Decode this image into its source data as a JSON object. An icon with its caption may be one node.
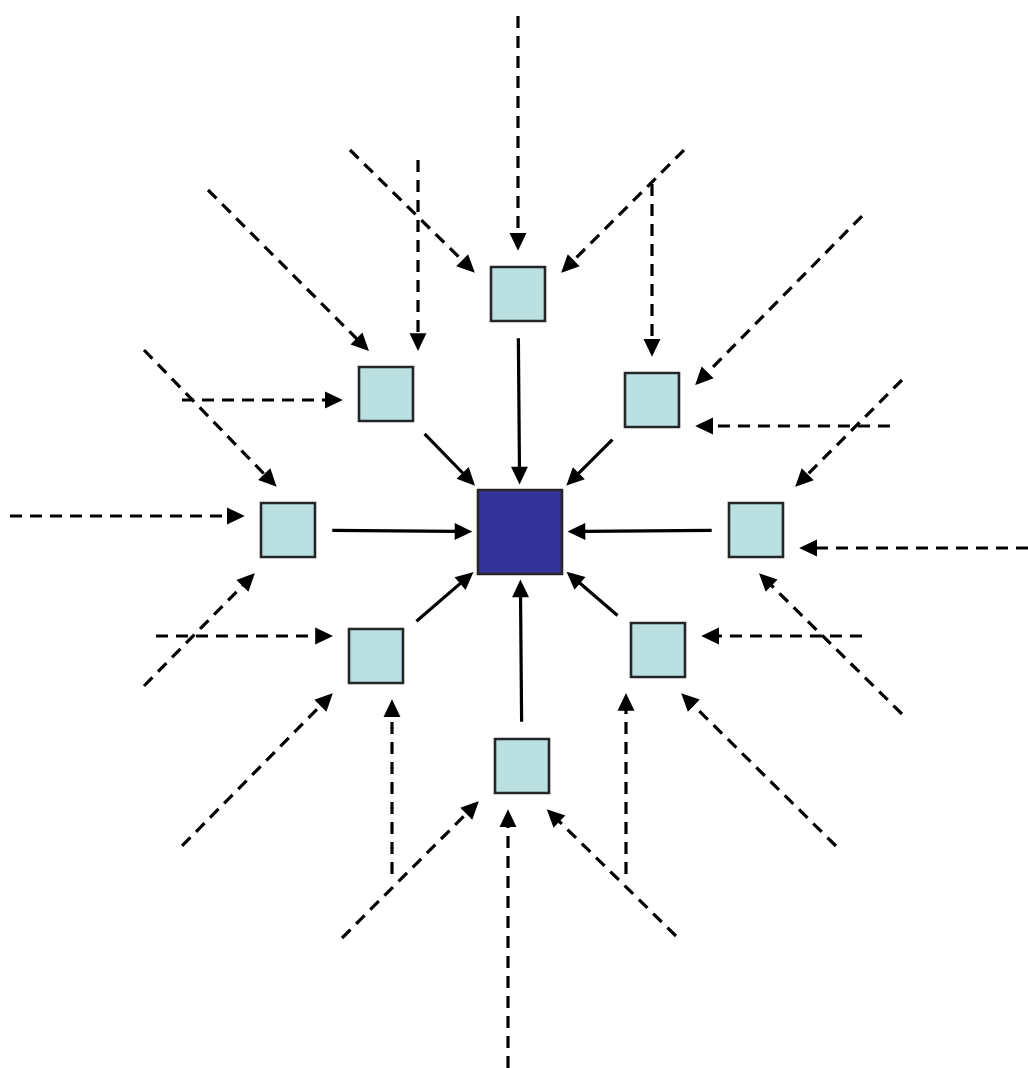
{
  "diagram": {
    "nodes": [
      {
        "text": [],
        "shape": "box"
      },
      {
        "text": [],
        "shape": "box"
      },
      {
        "text": [],
        "shape": "box"
      },
      {
        "text": [],
        "shape": "box"
      },
      {
        "text": [],
        "shape": "box"
      },
      {
        "text": [],
        "shape": "box"
      },
      {
        "text": [],
        "shape": "box"
      },
      {
        "text": [],
        "shape": "box"
      },
      {
        "text": [],
        "shape": "box"
      }
    ],
    "edges": [
      {
        "from": 1,
        "to": 0,
        "arrow": "to"
      },
      {
        "from": 2,
        "to": 0,
        "arrow": "to"
      },
      {
        "from": 3,
        "to": 0,
        "arrow": "to"
      },
      {
        "from": 4,
        "to": 0,
        "arrow": "to"
      },
      {
        "from": 5,
        "to": 0,
        "arrow": "to"
      },
      {
        "from": 6,
        "to": 0,
        "arrow": "to"
      },
      {
        "from": 7,
        "to": 0,
        "arrow": "to"
      },
      {
        "from": 8,
        "to": 0,
        "arrow": "to"
      },
      {
        "from": null,
        "to": 1,
        "arrow": "to",
        "style": "dashed"
      },
      {
        "from": null,
        "to": 1,
        "arrow": "to",
        "style": "dashed"
      },
      {
        "from": null,
        "to": 1,
        "arrow": "to",
        "style": "dashed"
      },
      {
        "from": null,
        "to": 2,
        "arrow": "to",
        "style": "dashed"
      },
      {
        "from": null,
        "to": 2,
        "arrow": "to",
        "style": "dashed"
      },
      {
        "from": null,
        "to": 2,
        "arrow": "to",
        "style": "dashed"
      },
      {
        "from": null,
        "to": 3,
        "arrow": "to",
        "style": "dashed"
      },
      {
        "from": null,
        "to": 3,
        "arrow": "to",
        "style": "dashed"
      },
      {
        "from": null,
        "to": 3,
        "arrow": "to",
        "style": "dashed"
      },
      {
        "from": null,
        "to": 4,
        "arrow": "to",
        "style": "dashed"
      },
      {
        "from": null,
        "to": 4,
        "arrow": "to",
        "style": "dashed"
      },
      {
        "from": null,
        "to": 4,
        "arrow": "to",
        "style": "dashed"
      },
      {
        "from": null,
        "to": 5,
        "arrow": "to",
        "style": "dashed"
      },
      {
        "from": null,
        "to": 5,
        "arrow": "to",
        "style": "dashed"
      },
      {
        "from": null,
        "to": 5,
        "arrow": "to",
        "style": "dashed"
      },
      {
        "from": null,
        "to": 6,
        "arrow": "to",
        "style": "dashed"
      },
      {
        "from": null,
        "to": 6,
        "arrow": "to",
        "style": "dashed"
      },
      {
        "from": null,
        "to": 6,
        "arrow": "to",
        "style": "dashed"
      },
      {
        "from": null,
        "to": 7,
        "arrow": "to",
        "style": "dashed"
      },
      {
        "from": null,
        "to": 7,
        "arrow": "to",
        "style": "dashed"
      },
      {
        "from": null,
        "to": 7,
        "arrow": "to",
        "style": "dashed"
      },
      {
        "from": null,
        "to": 8,
        "arrow": "to",
        "style": "dashed"
      },
      {
        "from": null,
        "to": 8,
        "arrow": "to",
        "style": "dashed"
      },
      {
        "from": null,
        "to": 8,
        "arrow": "to",
        "style": "dashed"
      }
    ]
  }
}
